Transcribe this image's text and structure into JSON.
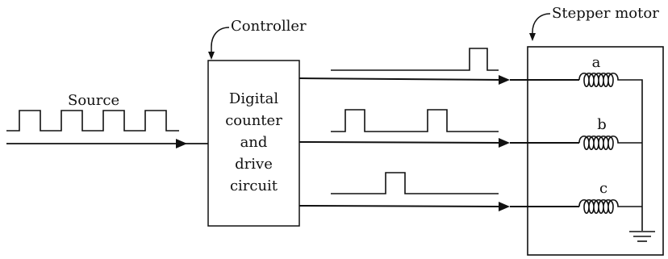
{
  "labels": {
    "source": "Source",
    "controller": "Controller",
    "stepper_motor": "Stepper motor",
    "controller_box_lines": [
      "Digital",
      "counter",
      "and",
      "drive",
      "circuit"
    ],
    "coil_a": "a",
    "coil_b": "b",
    "coil_c": "c"
  }
}
